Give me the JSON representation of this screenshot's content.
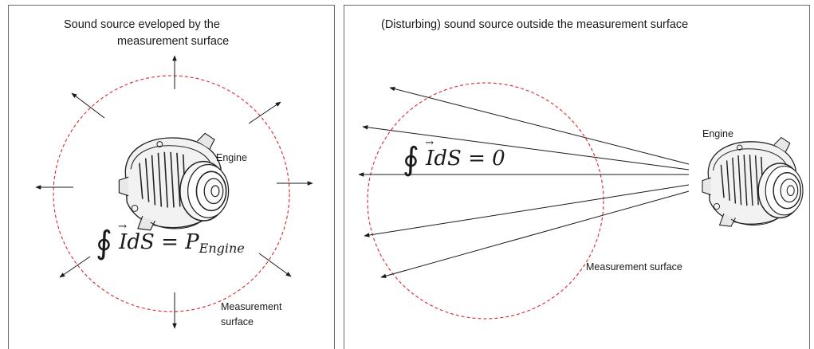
{
  "left_panel": {
    "title_line1": "Sound source eveloped by the",
    "title_line2": "measurement surface",
    "engine_label": "Engine",
    "measurement_label_line1": "Measurement",
    "measurement_label_line2": "surface",
    "formula": {
      "integral": "∮",
      "vector": "I",
      "rest": "dS = P",
      "subscript": "Engine"
    }
  },
  "right_panel": {
    "title": "(Disturbing) sound source outside the measurement surface",
    "engine_label": "Engine",
    "measurement_label": "Measurement surface",
    "formula": {
      "integral": "∮",
      "vector": "I",
      "rest": "dS = 0"
    }
  },
  "colors": {
    "surface_circle": "#d9262c",
    "frame": "#6a6a6a",
    "arrows": "#1a1a1a"
  },
  "icons": [
    "engine-alternator-icon"
  ]
}
